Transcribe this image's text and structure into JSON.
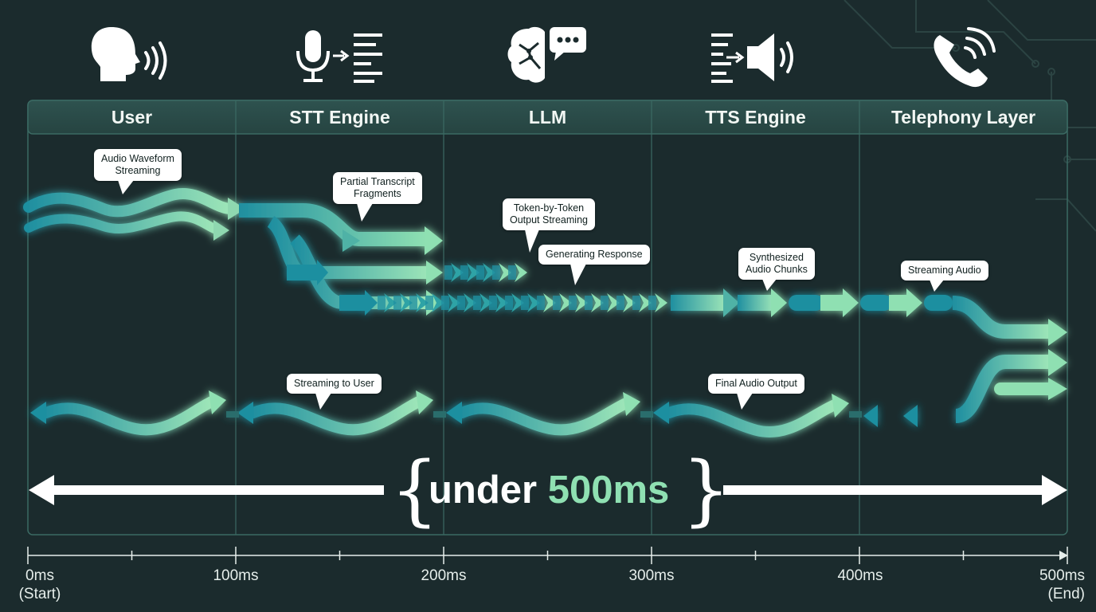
{
  "lanes": [
    {
      "label": "User",
      "icon": "speaking-head-icon"
    },
    {
      "label": "STT Engine",
      "icon": "microphone-to-text-icon"
    },
    {
      "label": "LLM",
      "icon": "brain-chat-icon"
    },
    {
      "label": "TTS Engine",
      "icon": "text-to-speaker-icon"
    },
    {
      "label": "Telephony Layer",
      "icon": "phone-ringing-icon"
    }
  ],
  "callouts": {
    "audio_waveform": "Audio Waveform\nStreaming",
    "partial_transcript": "Partial Transcript\nFragments",
    "token_streaming": "Token-by-Token\nOutput Streaming",
    "generating_response": "Generating Response",
    "synthesized_chunks": "Synthesized\nAudio Chunks",
    "streaming_audio": "Streaming Audio",
    "streaming_to_user": "Streaming to User",
    "final_audio_output": "Final Audio Output"
  },
  "latency": {
    "prefix": "under ",
    "highlight": "500ms",
    "brace_open": "{",
    "brace_close": "}"
  },
  "timeline": {
    "ticks": [
      {
        "label": "0ms\n(Start)"
      },
      {
        "label": "100ms"
      },
      {
        "label": "200ms"
      },
      {
        "label": "300ms"
      },
      {
        "label": "400ms"
      },
      {
        "label": "500ms\n(End)"
      }
    ]
  },
  "colors": {
    "background": "#1b2b2d",
    "teal": "#1f8fa0",
    "mint": "#8fe0b2",
    "header": "#2a4a48"
  }
}
